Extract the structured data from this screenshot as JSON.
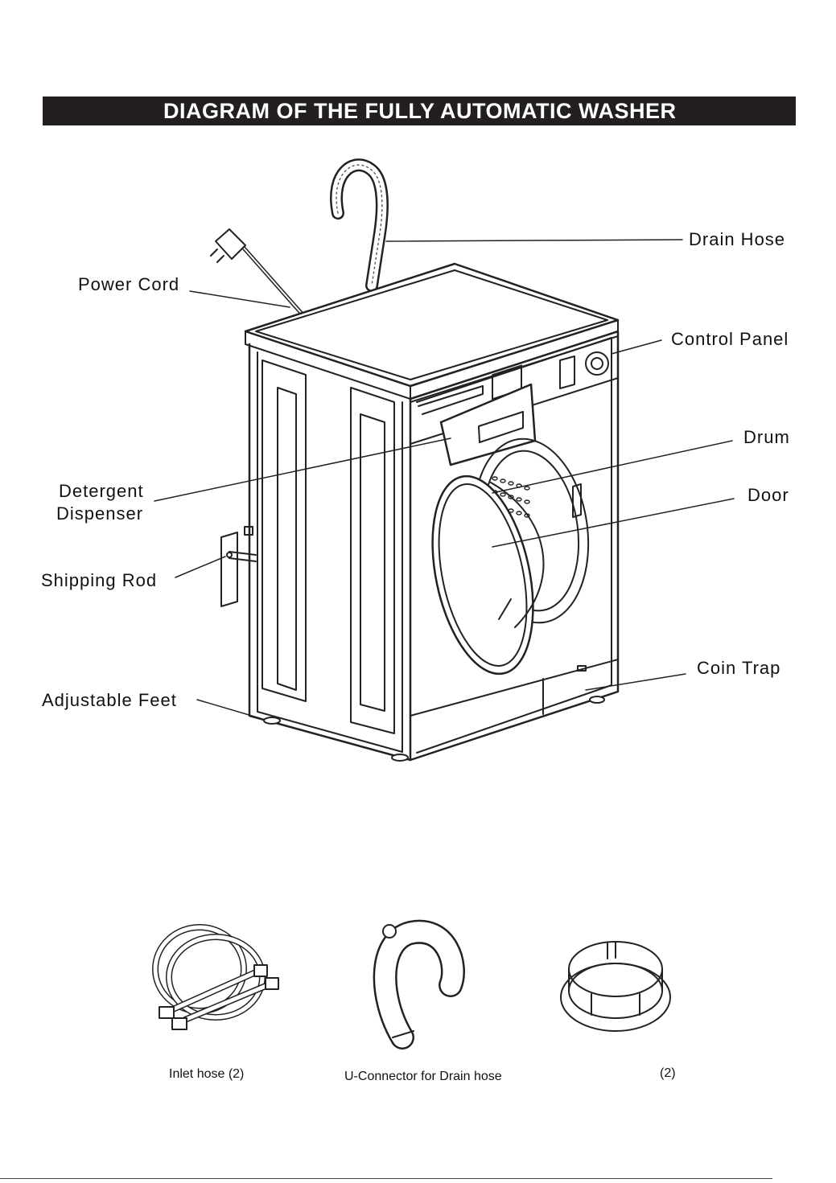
{
  "title": "DIAGRAM OF THE FULLY AUTOMATIC WASHER",
  "labels": {
    "drain_hose": "Drain Hose",
    "power_cord": "Power Cord",
    "control_panel": "Control Panel",
    "drum": "Drum",
    "detergent_line1": "Detergent",
    "detergent_line2": "Dispenser",
    "door": "Door",
    "shipping_rod": "Shipping Rod",
    "coin_trap": "Coin Trap",
    "adjustable_feet": "Adjustable Feet"
  },
  "accessories": {
    "inlet_hose": "Inlet hose (2)",
    "u_connector": "U-Connector for Drain hose",
    "third": "(2)"
  }
}
